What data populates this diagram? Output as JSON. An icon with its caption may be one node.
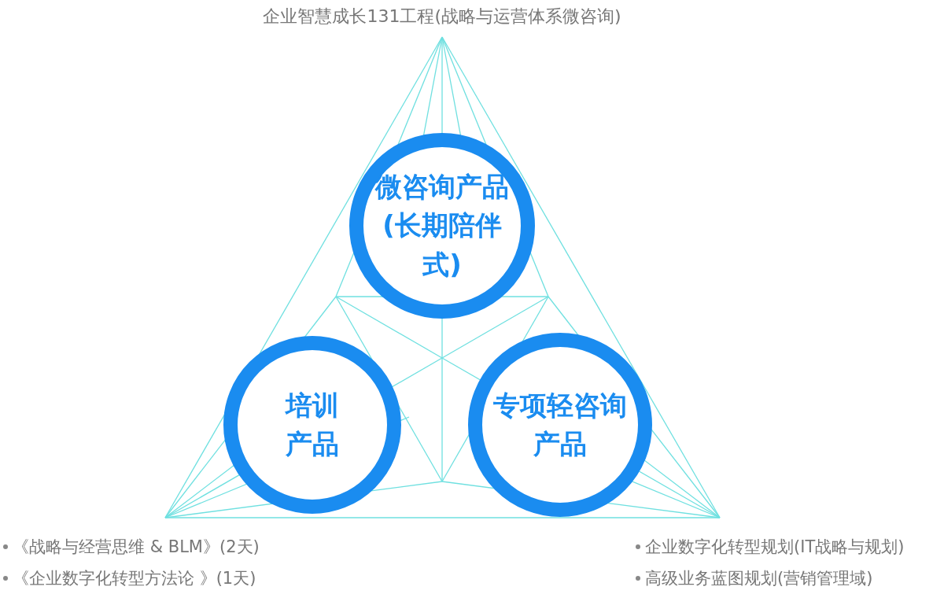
{
  "diagram": {
    "title": "企业智慧成长131工程(战略与运营体系微咨询)",
    "nodes": [
      {
        "text": [
          "微咨询产品(长期陪伴式)"
        ]
      },
      {
        "text": [
          "培训产品"
        ]
      },
      {
        "text": [
          "专项轻咨询产品"
        ]
      }
    ],
    "labels": [
      "《战略与经营思维 & BLM》(2天)",
      "《企业数字化转型方法论 》(1天)",
      "企业数字化转型规划(IT战略与规划)",
      "高级业务蓝图规划(营销管理域)"
    ]
  }
}
